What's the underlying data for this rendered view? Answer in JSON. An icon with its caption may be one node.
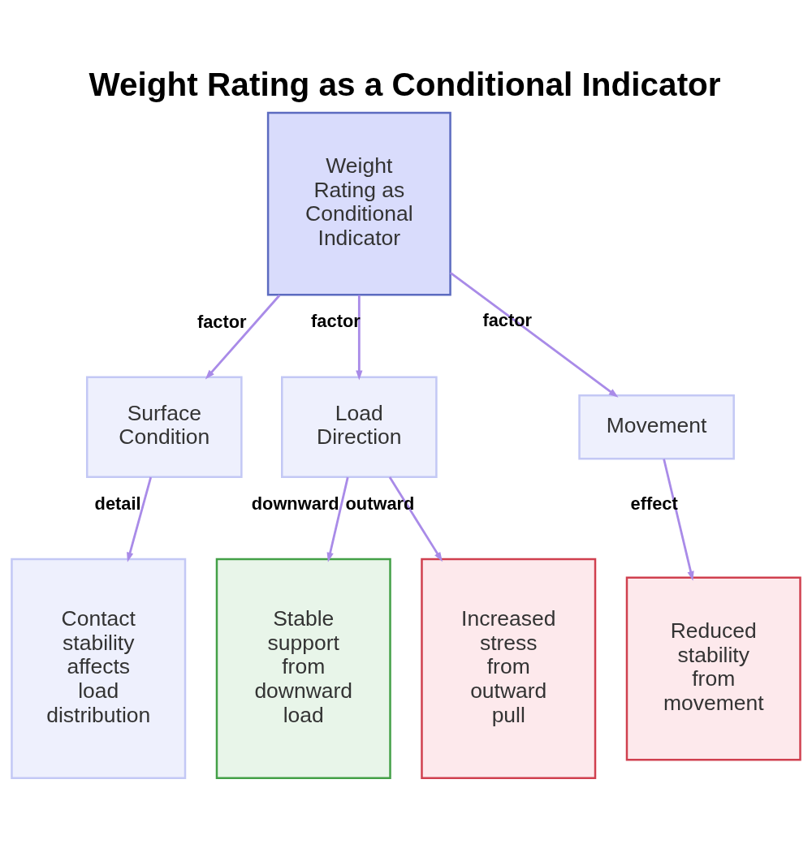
{
  "diagram": {
    "title": "Weight Rating as a Conditional Indicator",
    "nodes": [
      {
        "text": [
          "Weight Rating as Conditional Indicator"
        ]
      },
      {
        "text": [
          "Surface Condition"
        ]
      },
      {
        "text": [
          "Load Direction"
        ]
      },
      {
        "text": [
          "Movement"
        ]
      },
      {
        "text": [
          "Contact stability affects load distribution"
        ]
      },
      {
        "text": [
          "Stable support from downward load"
        ]
      },
      {
        "text": [
          "Increased stress from outward pull"
        ]
      },
      {
        "text": [
          "Reduced stability from movement"
        ]
      }
    ],
    "edges": [
      {
        "from": 0,
        "to": 1,
        "arrow": "to",
        "label": "factor"
      },
      {
        "from": 0,
        "to": 2,
        "arrow": "to",
        "label": "factor"
      },
      {
        "from": 0,
        "to": 3,
        "arrow": "to",
        "label": "factor"
      },
      {
        "from": 1,
        "to": 4,
        "arrow": "to",
        "label": "detail"
      },
      {
        "from": 2,
        "to": 5,
        "arrow": "to",
        "label": "downward"
      },
      {
        "from": 2,
        "to": 6,
        "arrow": "to",
        "label": "outward"
      },
      {
        "from": 3,
        "to": 7,
        "arrow": "to",
        "label": "effect"
      }
    ]
  }
}
